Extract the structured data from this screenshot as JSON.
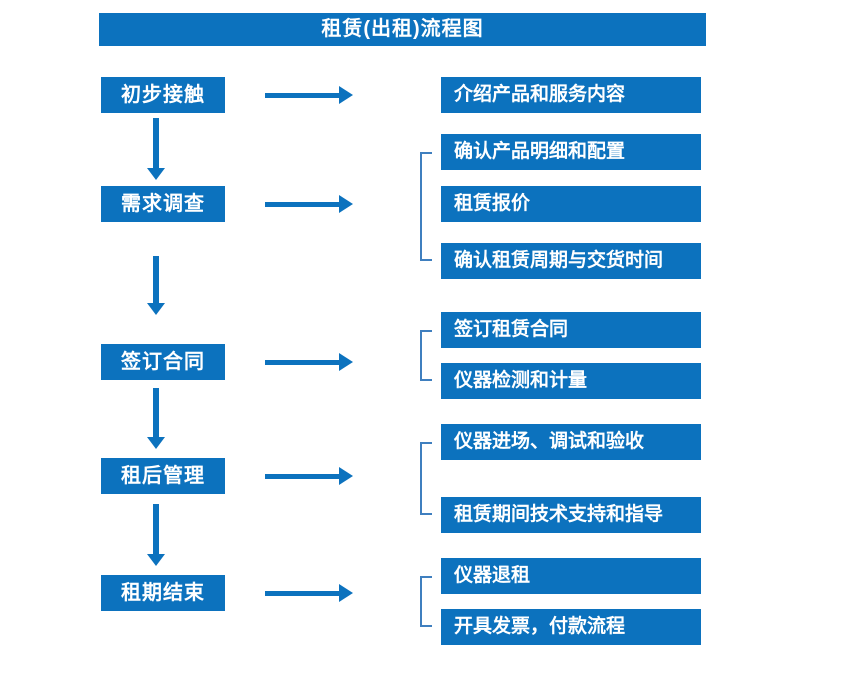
{
  "title": "租赁(出租)流程图",
  "colors": {
    "box_blue": "#0C72BE",
    "bracket_blue": "#3F7FBF",
    "text_white": "#ffffff"
  },
  "flow": {
    "stages": [
      {
        "label": "初步接触",
        "outputs": [
          "介绍产品和服务内容"
        ]
      },
      {
        "label": "需求调查",
        "outputs": [
          "确认产品明细和配置",
          "租赁报价",
          "确认租赁周期与交货时间"
        ]
      },
      {
        "label": "签订合同",
        "outputs": [
          "签订租赁合同",
          "仪器检测和计量"
        ]
      },
      {
        "label": "租后管理",
        "outputs": [
          "仪器进场、调试和验收",
          "租赁期间技术支持和指导"
        ]
      },
      {
        "label": "租期结束",
        "outputs": [
          "仪器退租",
          "开具发票，付款流程"
        ]
      }
    ]
  }
}
